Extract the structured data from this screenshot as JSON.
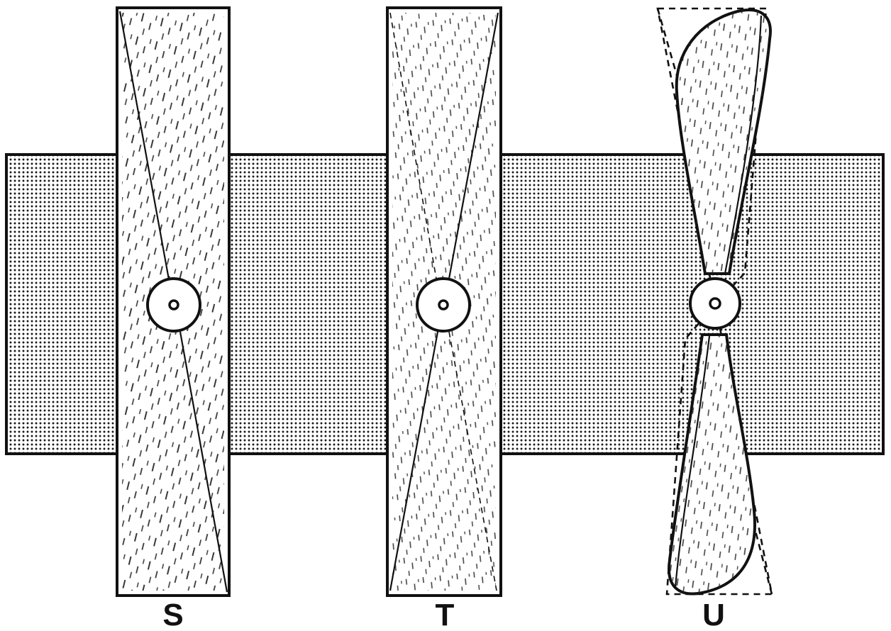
{
  "diagram": {
    "labels": {
      "s": "S",
      "t": "T",
      "u": "U"
    }
  },
  "colors": {
    "ink": "#111111",
    "paper": "#ffffff",
    "dots": "#1a1a1a"
  }
}
